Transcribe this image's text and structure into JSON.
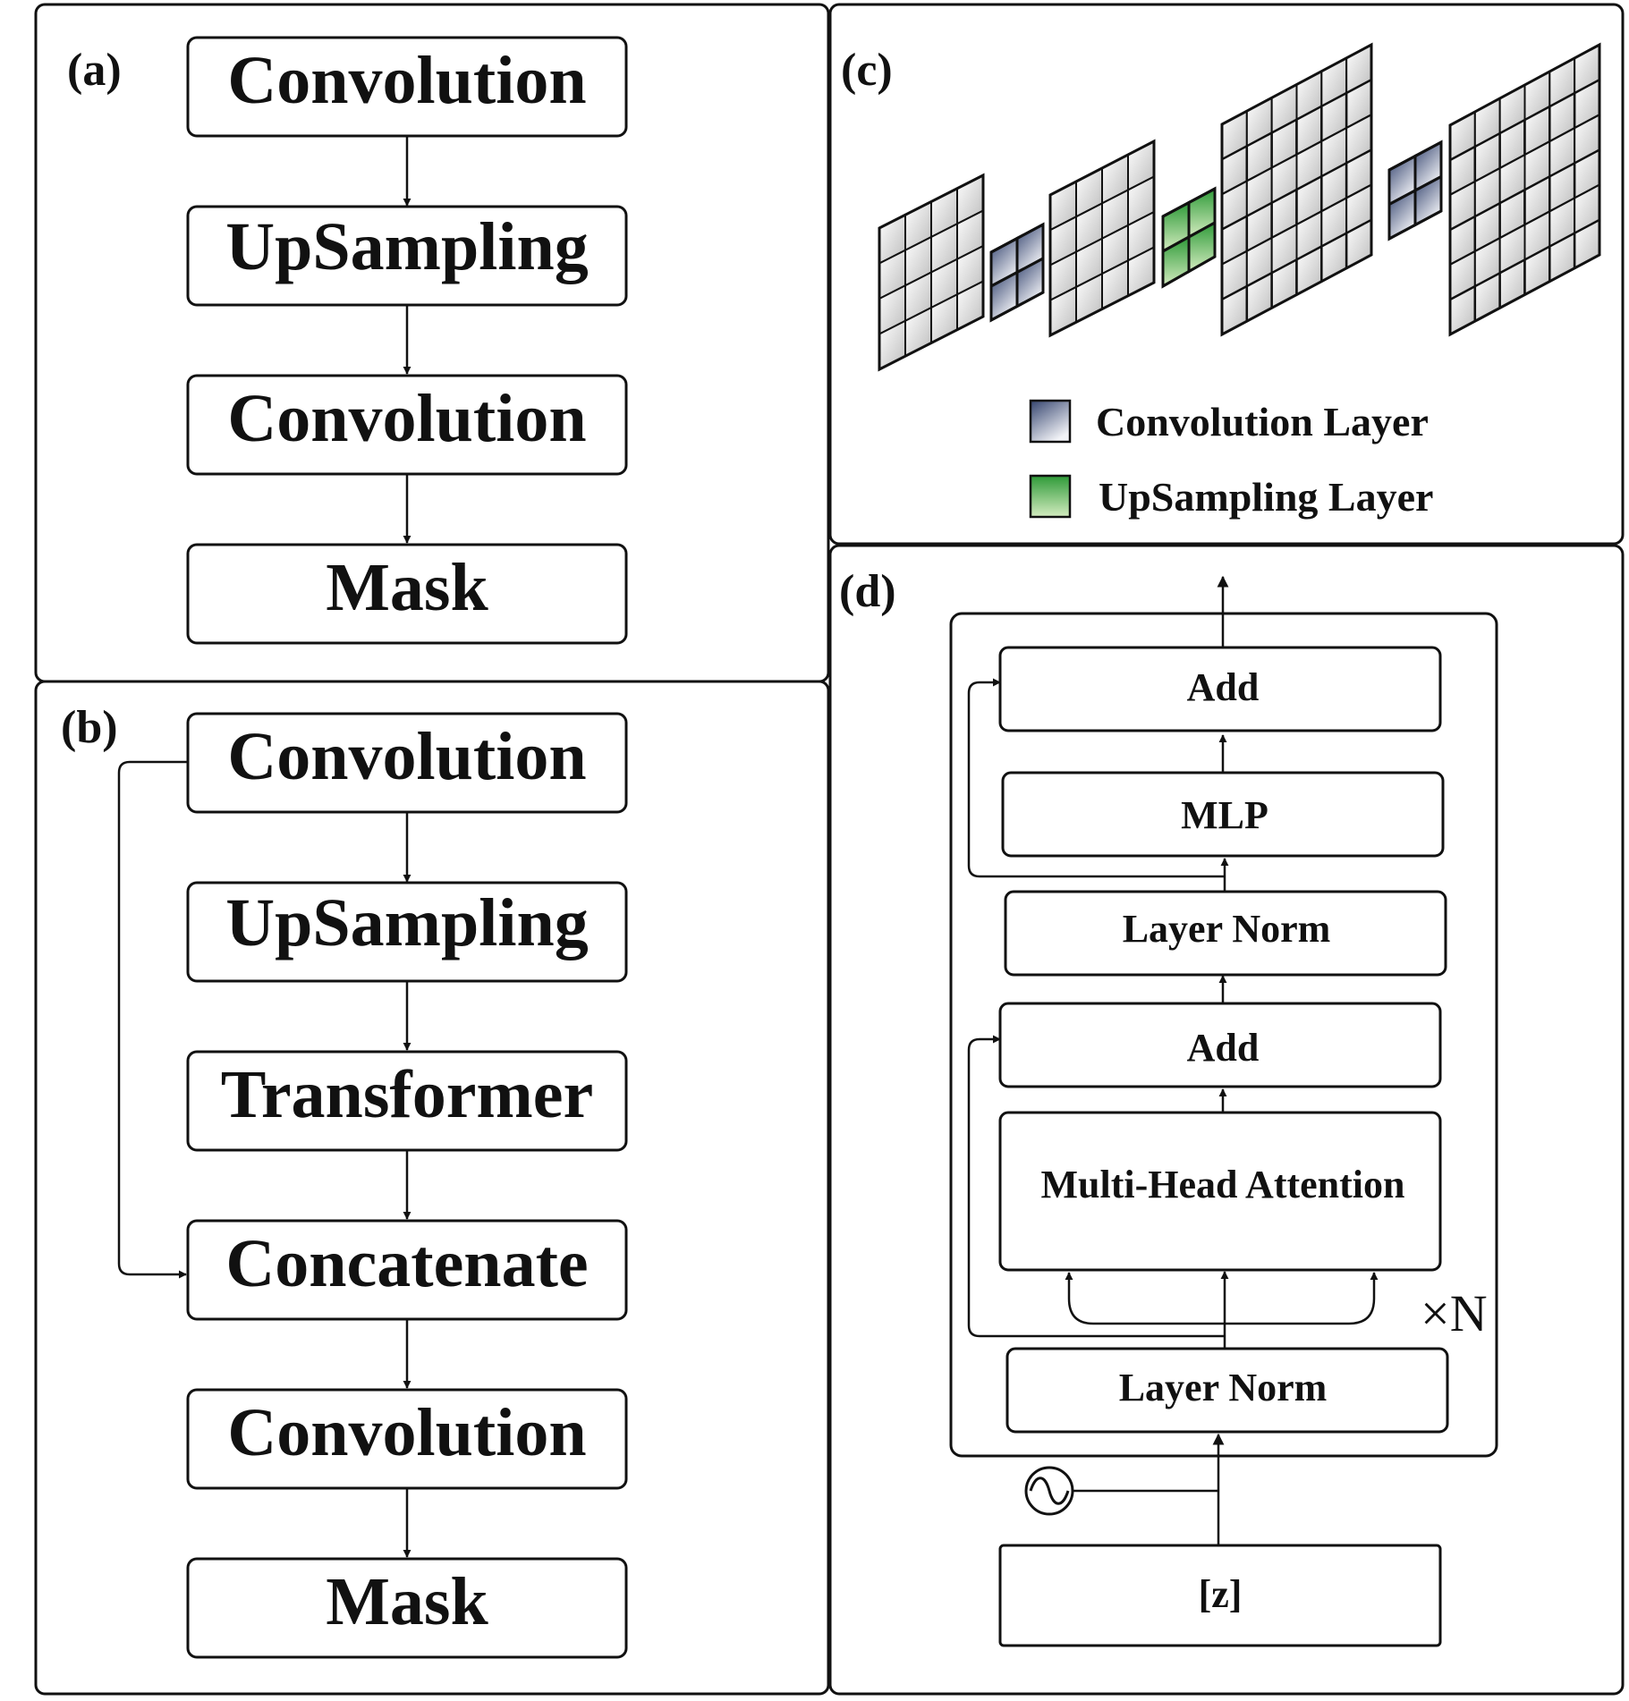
{
  "panels": {
    "a": {
      "label": "(a)",
      "blocks": [
        "Convolution",
        "UpSampling",
        "Convolution",
        "Mask"
      ]
    },
    "b": {
      "label": "(b)",
      "blocks": [
        "Convolution",
        "UpSampling",
        "Transformer",
        "Concatenate",
        "Convolution",
        "Mask"
      ]
    },
    "c": {
      "label": "(c)",
      "legend": [
        {
          "label": "Convolution Layer",
          "color": "#3a4a7a"
        },
        {
          "label": "UpSampling Layer",
          "color": "#3aa03a"
        }
      ]
    },
    "d": {
      "label": "(d)",
      "blocks": {
        "add_top": "Add",
        "mlp": "MLP",
        "norm_upper": "Layer Norm",
        "add_mid": "Add",
        "attention": "Multi-Head Attention",
        "norm_lower": "Layer Norm",
        "input": "[z]"
      },
      "repeat": "×N"
    }
  }
}
